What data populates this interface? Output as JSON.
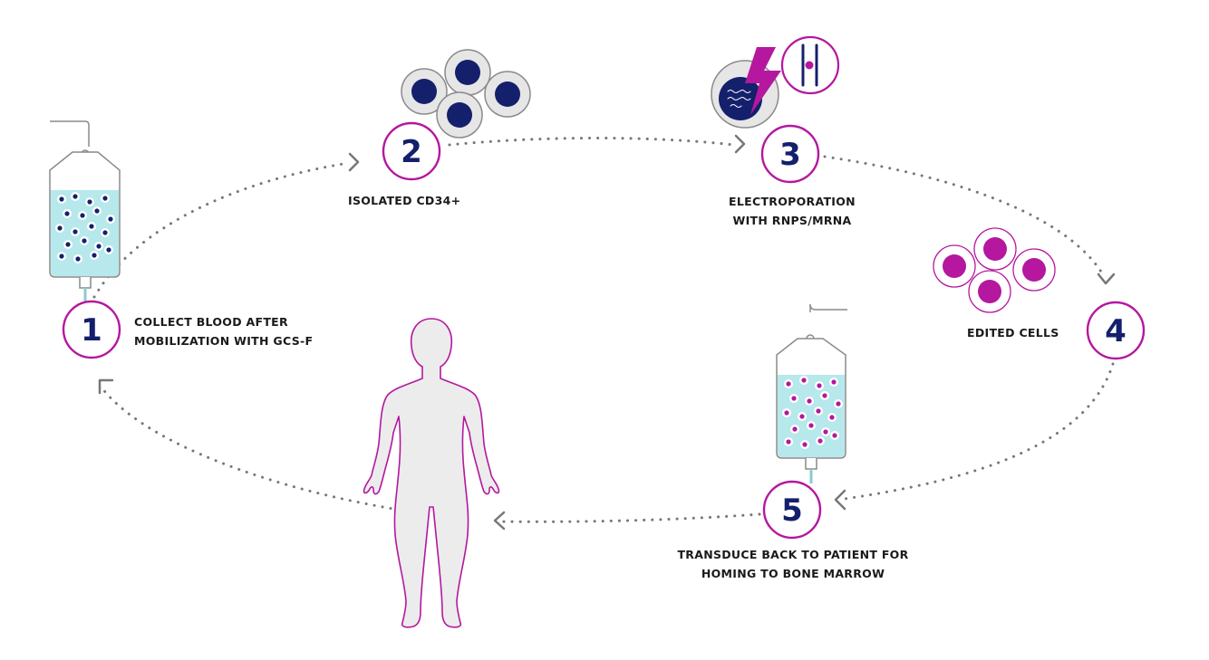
{
  "colors": {
    "magenta": "#b5179e",
    "navy": "#14206b",
    "light_blue": "#b6e8ec",
    "outline_gray": "#8a8a8a",
    "dotted": "#777777",
    "body_fill": "#ececec",
    "cell_fill": "#e6e6e6",
    "text": "#1a1a1a"
  },
  "steps": [
    {
      "number": "1",
      "lines": [
        "COLLECT BLOOD AFTER",
        "MOBILIZATION WITH GCS-F"
      ]
    },
    {
      "number": "2",
      "lines": [
        "ISOLATED CD34+"
      ]
    },
    {
      "number": "3",
      "lines": [
        "ELECTROPORATION",
        "WITH RNPs/mRNA"
      ]
    },
    {
      "number": "4",
      "lines": [
        "EDITED CELLS"
      ]
    },
    {
      "number": "5",
      "lines": [
        "TRANSDUCE BACK TO PATIENT FOR",
        "HOMING TO BONE MARROW"
      ]
    }
  ],
  "icons": {
    "blood_bag": "iv-bag-icon",
    "cells_isolated": "stem-cells-icon",
    "electroporation": "lightning-cell-icon",
    "dna_edit": "dna-edit-icon",
    "cells_edited": "edited-cells-icon",
    "patient": "human-body-icon"
  }
}
